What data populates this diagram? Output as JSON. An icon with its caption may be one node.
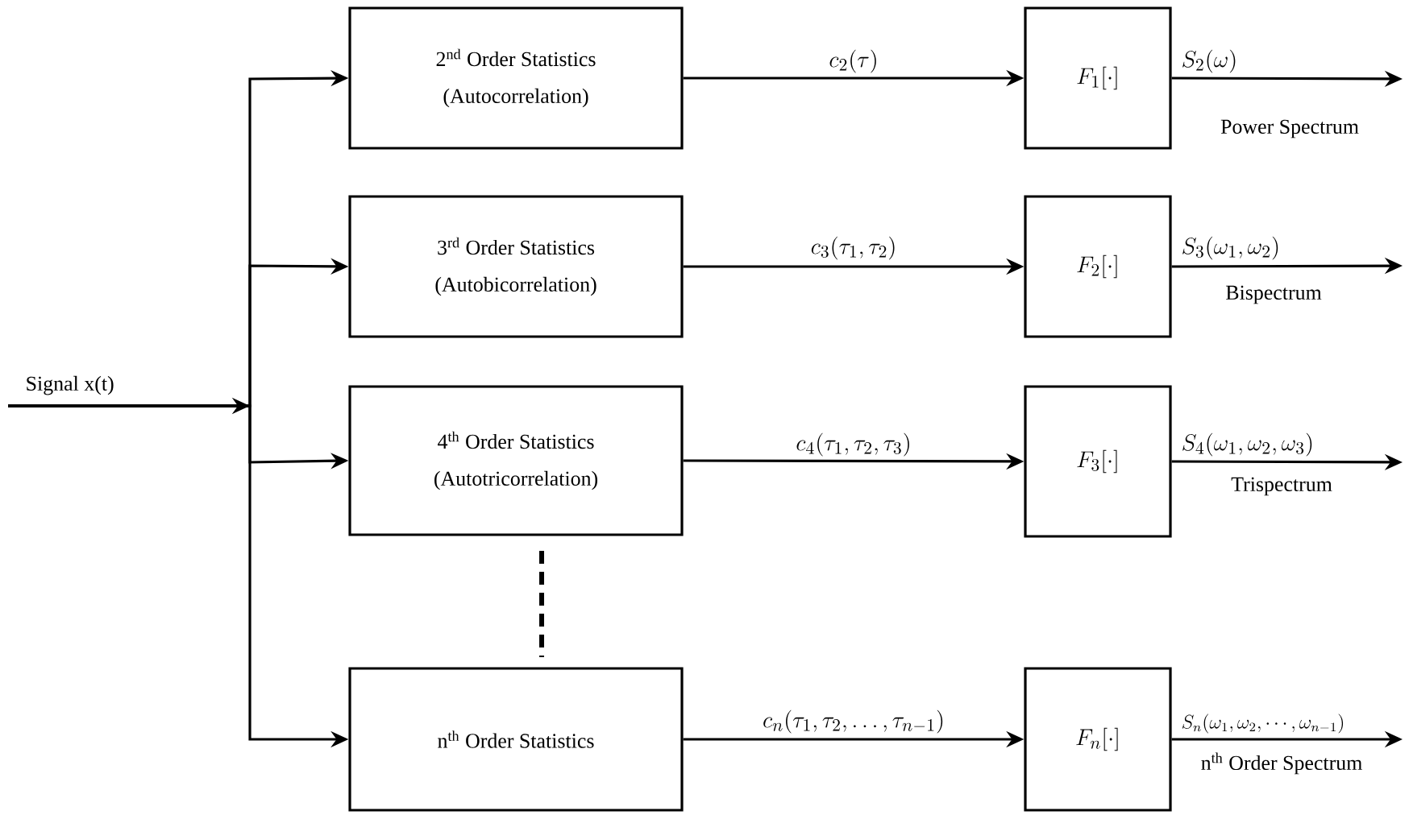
{
  "diagram": {
    "nodes": [
      {
        "text": [
          "Signal x(t)"
        ]
      },
      {
        "text": [
          "2$^{nd}$ Order Statistics",
          "(Autocorrelation)"
        ]
      },
      {
        "text": [
          "3$^{rd}$ Order Statistics",
          "(Autobicorrelation)"
        ]
      },
      {
        "text": [
          "4$^{th}$ Order Statistics",
          "(Autotricorrelation)"
        ]
      },
      {
        "text": [
          "n$^{th}$ Order Statistics"
        ]
      },
      {
        "text": [
          "F_1[\\cdot]"
        ]
      },
      {
        "text": [
          "F_2[\\cdot]"
        ]
      },
      {
        "text": [
          "F_3[\\cdot]"
        ]
      },
      {
        "text": [
          "F_n[\\cdot]"
        ]
      }
    ],
    "edges": [
      {
        "from": 0,
        "to": 1,
        "arrow": "to"
      },
      {
        "from": 0,
        "to": 2,
        "arrow": "to"
      },
      {
        "from": 0,
        "to": 3,
        "arrow": "to"
      },
      {
        "from": 0,
        "to": 4,
        "arrow": "to"
      },
      {
        "from": 1,
        "to": 5,
        "arrow": "to",
        "label": "c_2(\\tau)"
      },
      {
        "from": 2,
        "to": 6,
        "arrow": "to",
        "label": "c_3(\\tau_1,\\tau_2)"
      },
      {
        "from": 3,
        "to": 7,
        "arrow": "to",
        "label": "c_4(\\tau_1,\\tau_2,\\tau_3)"
      },
      {
        "from": 4,
        "to": 8,
        "arrow": "to",
        "label": "c_n(\\tau_1,\\tau_2,\\ldots,\\tau_{n-1})"
      },
      {
        "from": 5,
        "to": null,
        "arrow": "to",
        "label": "S_2(\\omega)"
      },
      {
        "from": 6,
        "to": null,
        "arrow": "to",
        "label": "S_3(\\omega_1,\\omega_2)"
      },
      {
        "from": 7,
        "to": null,
        "arrow": "to",
        "label": "S_4(\\omega_1,\\omega_2,\\omega_3)"
      },
      {
        "from": 8,
        "to": null,
        "arrow": "to",
        "label": "S_n(\\omega_1,\\omega_2,\\cdots,\\omega_{n-1})"
      }
    ],
    "labels": [
      "Power Spectrum",
      "Bispectrum",
      "Trispectrum",
      "n$^{th}$ Order Spectrum"
    ]
  }
}
